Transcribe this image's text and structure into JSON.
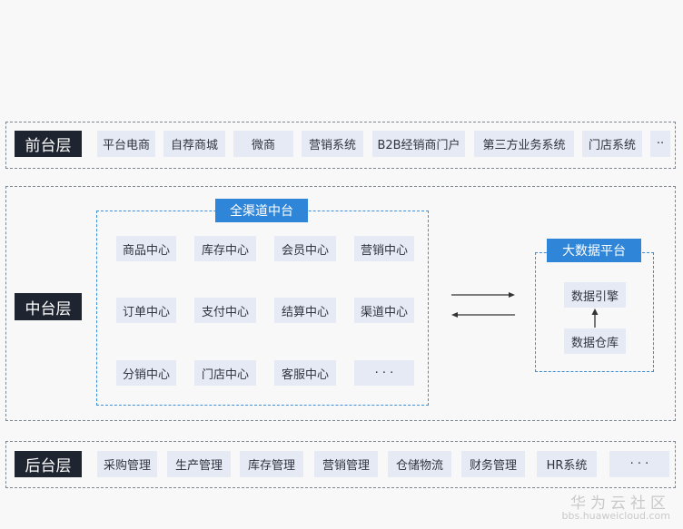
{
  "front_layer": {
    "label": "前台层",
    "items": [
      "平台电商",
      "自荐商城",
      "微商",
      "营销系统",
      "B2B经销商门户",
      "第三方业务系统",
      "门店系统",
      "··"
    ]
  },
  "middle_layer": {
    "label": "中台层",
    "omni_channel": {
      "title": "全渠道中台",
      "items": [
        "商品中心",
        "库存中心",
        "会员中心",
        "营销中心",
        "订单中心",
        "支付中心",
        "结算中心",
        "渠道中心",
        "分销中心",
        "门店中心",
        "客服中心",
        "· · ·"
      ]
    },
    "big_data": {
      "title": "大数据平台",
      "items": [
        "数据引擎",
        "数据仓库"
      ]
    }
  },
  "back_layer": {
    "label": "后台层",
    "items": [
      "采购管理",
      "生产管理",
      "库存管理",
      "营销管理",
      "仓储物流",
      "财务管理",
      "HR系统",
      "· · ·"
    ]
  },
  "watermark": {
    "main": "华为云社区",
    "sub": "bbs.huaweicloud.com"
  },
  "colors": {
    "layer_label_bg": "#1f2530",
    "chip_bg": "#e6eaf5",
    "accent_blue": "#2f86d8",
    "dashed_border": "#7d8792"
  }
}
